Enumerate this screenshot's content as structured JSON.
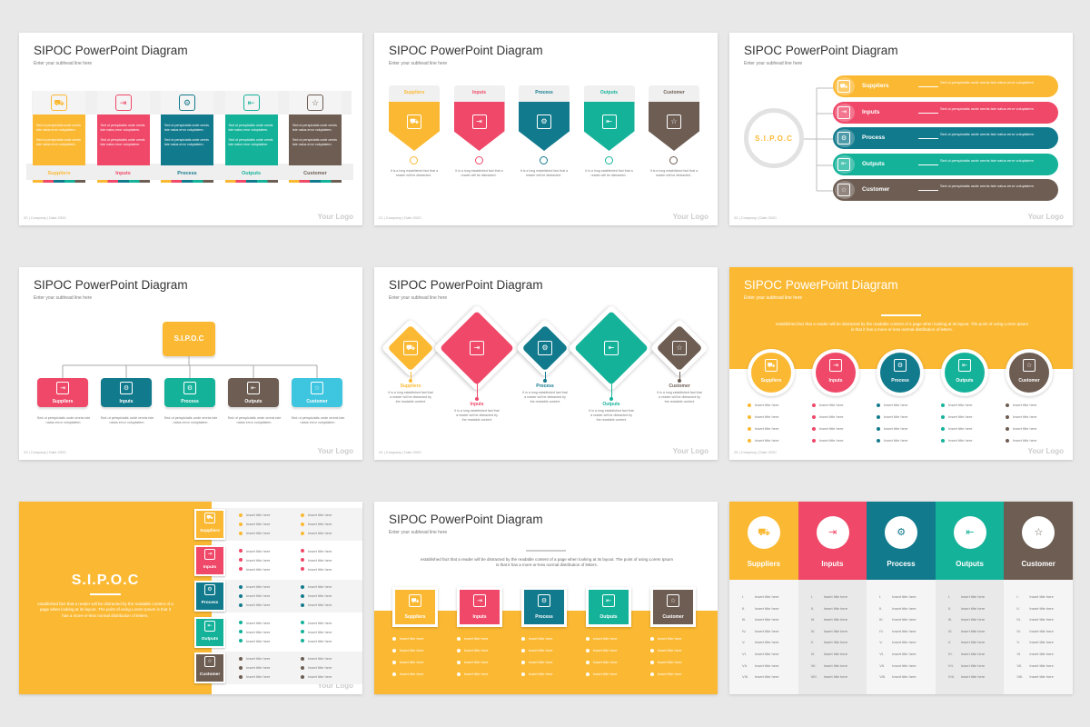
{
  "common": {
    "title": "SIPOC PowerPoint Diagram",
    "subhead": "Enter your subhead line here",
    "logo": "Your Logo",
    "sipoc": "S.I.P.O.C",
    "company": "|  Company  |  Date 2020"
  },
  "stages": [
    "Suppliers",
    "Inputs",
    "Process",
    "Outputs",
    "Customer"
  ],
  "icons": [
    "truck-icon",
    "arrow-in-icon",
    "gear-hand-icon",
    "arrow-out-icon",
    "customer-stars-icon"
  ],
  "colors": {
    "yellow": "#fbb933",
    "red": "#ef4868",
    "teal": "#127a8d",
    "green": "#15b29a",
    "brown": "#6d5d53",
    "cyan": "#3ec5df"
  },
  "text": {
    "sed_short": "Sed ut perspiciatis unde omnis iste natus error voluptatem.",
    "sed_two": "Sed ut perspiciatis unde omnis iste natus error voluptatem",
    "established": "It is a long established fact that a reader will be distracted .",
    "readable": "It is a long established fact that a reader will be distracted by the readable content",
    "established_long": "established fact that a reader will be distracted by the readable content of a page when looking at its layout. The point of using Lorem Ipsum is that it has a more-or-less normal distribution of letters.",
    "insert": "Insert title here"
  },
  "page_numbers": [
    "20",
    "21",
    "22",
    "23",
    "24",
    "25"
  ],
  "roman": [
    "I.",
    "II.",
    "III.",
    "IV.",
    "V.",
    "VI.",
    "VII.",
    "VIII."
  ]
}
